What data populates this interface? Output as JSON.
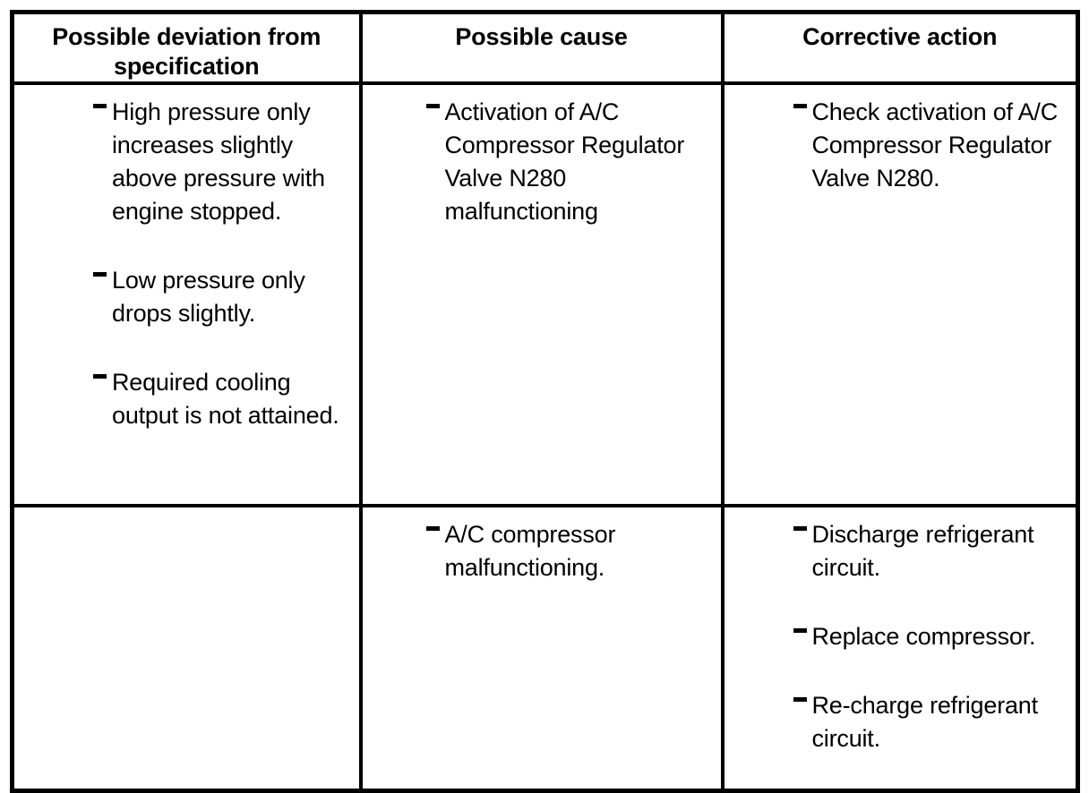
{
  "table": {
    "headers": [
      {
        "label": "Possible deviation from specification"
      },
      {
        "label": "Possible cause"
      },
      {
        "label": "Corrective action"
      }
    ],
    "rows": [
      {
        "deviation": [
          "High pressure only increases slightly above pressure with engine stopped.",
          "Low pressure only drops slightly.",
          "Required cooling output is not attained."
        ],
        "cause": [
          "Activation of A/C Compressor Regulator Valve N280 malfunctioning"
        ],
        "action": [
          "Check activation of A/C Compressor Regulator Valve N280."
        ]
      },
      {
        "deviation": [],
        "cause": [
          "A/C compressor malfunctioning."
        ],
        "action": [
          "Discharge refrigerant circuit.",
          "Replace compressor.",
          "Re-charge refrigerant circuit."
        ]
      }
    ]
  },
  "colors": {
    "border": "#000000",
    "text": "#000000",
    "background": "#ffffff"
  }
}
